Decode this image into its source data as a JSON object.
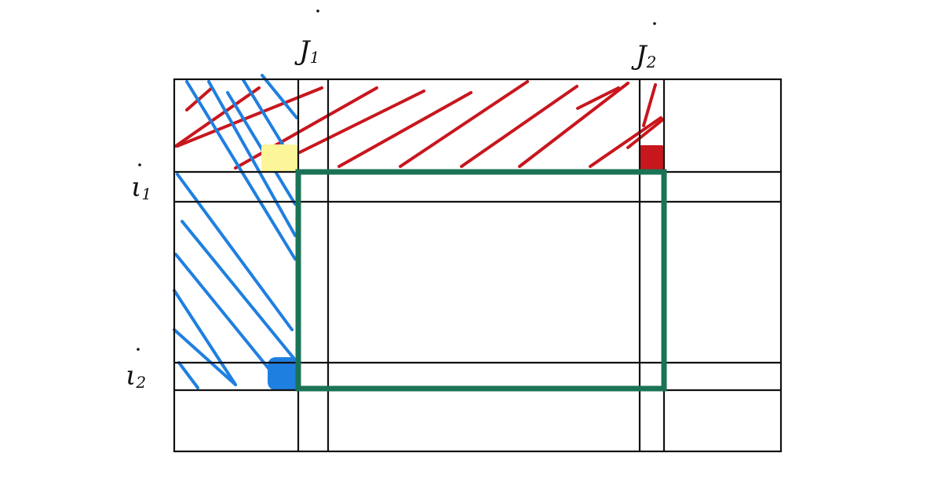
{
  "labels": {
    "j1": {
      "base": "J",
      "sub": "1"
    },
    "j2": {
      "base": "J",
      "sub": "2"
    },
    "i1": {
      "base": "ι",
      "sub": "1"
    },
    "i2": {
      "base": "ι",
      "sub": "2"
    }
  },
  "colors": {
    "grid": "#111111",
    "red_hatch": "#c8161d",
    "blue_hatch": "#1f7fe0",
    "yellow_cell": "#fdf59a",
    "red_cell": "#c8161d",
    "blue_cell": "#1f7fe0",
    "rectangle": "#1a7356"
  }
}
